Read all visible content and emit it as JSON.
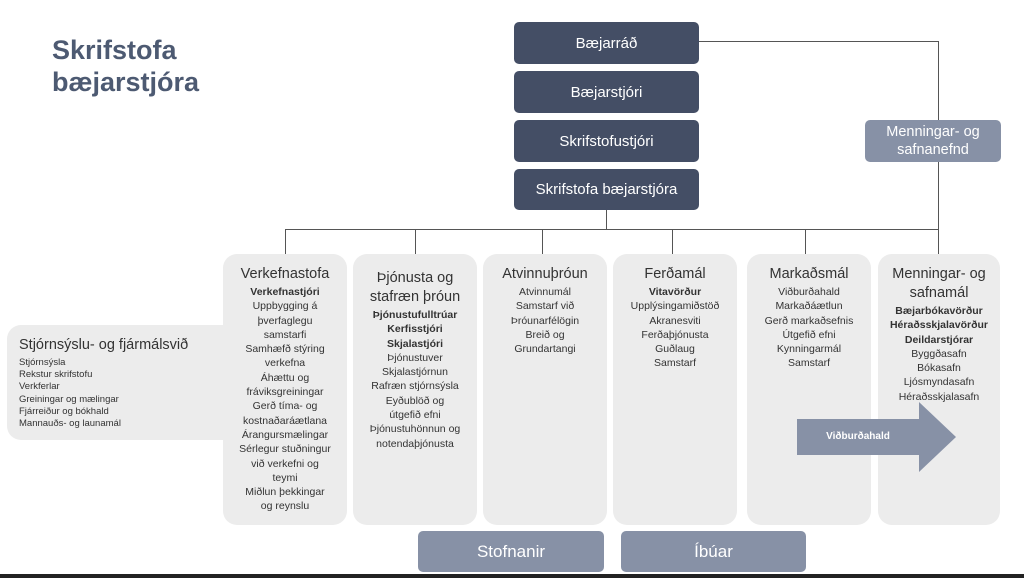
{
  "title": {
    "line1": "Skrifstofa",
    "line2": "bæjarstjóra"
  },
  "top_boxes": [
    "Bæjarráð",
    "Bæjarstjóri",
    "Skrifstofustjóri",
    "Skrifstofa bæjarstjóra"
  ],
  "side_committee": {
    "line1": "Menningar- og",
    "line2": "safnanefnd"
  },
  "side_panel": {
    "heading": "Stjórnsýslu- og fjármálsvið",
    "items": [
      "Stjórnsýsla",
      "Rekstur skrifstofu",
      "Verkferlar",
      "Greiningar og mælingar",
      "Fjárreiður og bókhald",
      "Mannauðs- og launamál"
    ]
  },
  "columns": [
    {
      "heading": [
        "Verkefnastofa"
      ],
      "lines": [
        {
          "t": "Verkefnastjóri",
          "b": true
        },
        {
          "t": "Uppbygging á"
        },
        {
          "t": "þverfaglegu"
        },
        {
          "t": "samstarfi"
        },
        {
          "t": "Samhæfð stýring"
        },
        {
          "t": "verkefna"
        },
        {
          "t": "Áhættu og"
        },
        {
          "t": "fráviksgreiningar"
        },
        {
          "t": "Gerð tíma- og"
        },
        {
          "t": "kostnaðaráætlana"
        },
        {
          "t": "Árangursmælingar"
        },
        {
          "t": "Sérlegur stuðningur"
        },
        {
          "t": "við verkefni og"
        },
        {
          "t": "teymi"
        },
        {
          "t": "Miðlun þekkingar"
        },
        {
          "t": "og reynslu"
        }
      ]
    },
    {
      "heading": [
        "Þjónusta og",
        "stafræn þróun"
      ],
      "lines": [
        {
          "t": "Þjónustufulltrúar",
          "b": true
        },
        {
          "t": "Kerfisstjóri",
          "b": true
        },
        {
          "t": "Skjalastjóri",
          "b": true
        },
        {
          "t": "Þjónustuver"
        },
        {
          "t": "Skjalastjórnun"
        },
        {
          "t": "Rafræn stjórnsýsla"
        },
        {
          "t": "Eyðublöð og"
        },
        {
          "t": "útgefið efni"
        },
        {
          "t": "Þjónustuhönnun og"
        },
        {
          "t": "notendaþjónusta"
        }
      ]
    },
    {
      "heading": [
        "Atvinnuþróun"
      ],
      "lines": [
        {
          "t": "Atvinnumál"
        },
        {
          "t": "Samstarf við"
        },
        {
          "t": "Þróunarfélögin"
        },
        {
          "t": "Breið og"
        },
        {
          "t": "Grundartangi"
        }
      ]
    },
    {
      "heading": [
        "Ferðamál"
      ],
      "lines": [
        {
          "t": "Vitavörður",
          "b": true
        },
        {
          "t": "Upplýsingamiðstöð"
        },
        {
          "t": "Akranesviti"
        },
        {
          "t": "Ferðaþjónusta"
        },
        {
          "t": "Guðlaug"
        },
        {
          "t": "Samstarf"
        }
      ]
    },
    {
      "heading": [
        "Markaðsmál"
      ],
      "lines": [
        {
          "t": "Viðburðahald"
        },
        {
          "t": "Markaðáætlun"
        },
        {
          "t": "Gerð markaðsefnis"
        },
        {
          "t": "Útgefið efni"
        },
        {
          "t": "Kynningarmál"
        },
        {
          "t": "Samstarf"
        }
      ]
    },
    {
      "heading": [
        "Menningar- og",
        "safnamál"
      ],
      "lines": [
        {
          "t": "Bæjarbókavörður",
          "b": true
        },
        {
          "t": "Héraðsskjalavörður",
          "b": true
        },
        {
          "t": "Deildarstjórar",
          "b": true
        },
        {
          "t": "Byggðasafn"
        },
        {
          "t": "Bókasafn"
        },
        {
          "t": "Ljósmyndasafn"
        },
        {
          "t": "Héraðsskjalasafn"
        }
      ]
    }
  ],
  "arrow_label": "Viðburðahald",
  "bottom_boxes": [
    "Stofnanir",
    "Íbúar"
  ],
  "colors": {
    "navy": "#444e65",
    "medium": "#8791a6",
    "panel": "#ececec",
    "title": "#4d5a72"
  }
}
